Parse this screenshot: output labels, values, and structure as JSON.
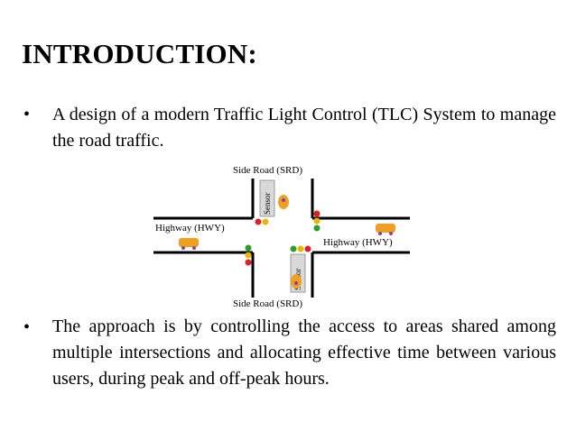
{
  "slide": {
    "title": "INTRODUCTION:",
    "bullets": [
      {
        "marker": "•",
        "text": "A design of a modern Traffic Light Control (TLC) System to manage the road traffic."
      },
      {
        "marker": "•",
        "text": "The approach is by controlling the access to areas shared among multiple intersections and allocating effective time between various users, during peak and off-peak hours."
      }
    ]
  },
  "diagram": {
    "labels": {
      "side_road_top": "Side Road (SRD)",
      "side_road_bottom": "Side Road (SRD)",
      "highway_left": "Highway (HWY)",
      "highway_right": "Highway (HWY)",
      "sensor_top": "Sensor",
      "sensor_bottom": "Sensor"
    },
    "colors": {
      "road_edge": "#000000",
      "light_red": "#e02020",
      "light_yellow": "#e8b800",
      "light_green": "#2aa02a",
      "sensor_fill": "#d9d9d9",
      "vehicle_body": "#f0a020",
      "vehicle_marker": "#8a3ea0"
    }
  }
}
